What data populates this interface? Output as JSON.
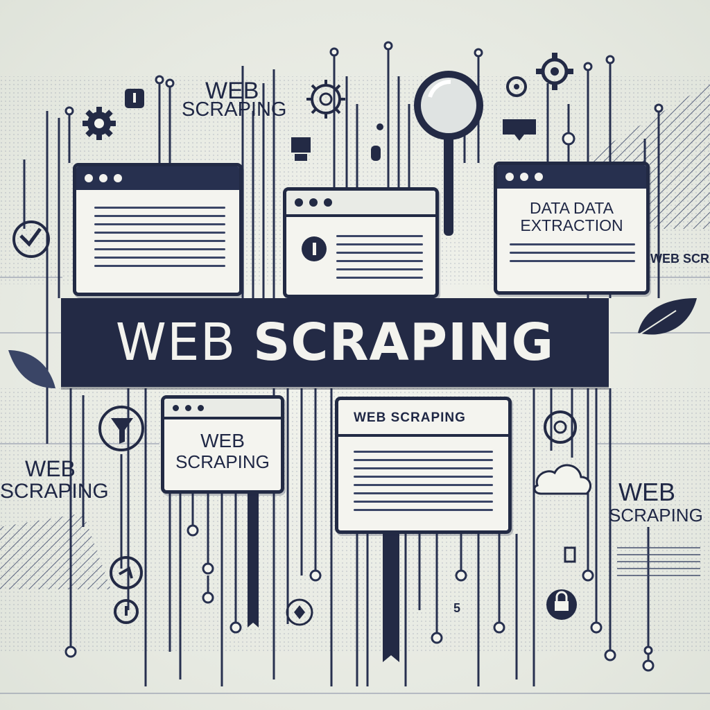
{
  "hero": {
    "title_light": "WEB",
    "title_bold": "SCRAPING"
  },
  "labels": {
    "top_left_line1": "WEB",
    "top_left_line2": "SCRAPING",
    "data_extraction_line1": "DATA DATA",
    "data_extraction_line2": "EXTRACTION",
    "right_edge_fragment": "WEB SCRAP",
    "small_window_line1": "WEB",
    "small_window_line2": "SCRAPING",
    "center_window_title": "WEB SCRAPING",
    "left_line1": "WEB",
    "left_line2": "SCRAPING",
    "right_line1": "WEB",
    "right_line2": "SCRAPING",
    "small_number": "5"
  },
  "colors": {
    "navy": "#222a44",
    "background": "#e9ece4",
    "panel": "#f4f4ef",
    "hero_text": "#f3f3ee"
  },
  "icons": [
    "gear-icon",
    "magnifier-icon",
    "leaf-icon",
    "cloud-icon",
    "lock-icon",
    "key-icon",
    "funnel-icon"
  ]
}
